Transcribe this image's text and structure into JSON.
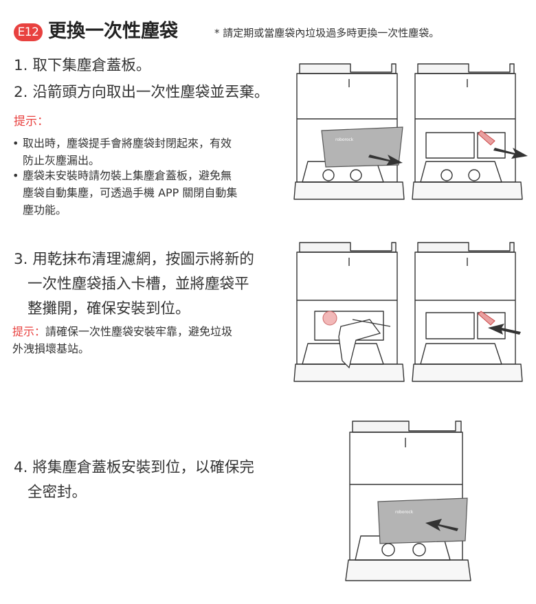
{
  "header": {
    "badge": "E12",
    "title": "更換一次性塵袋",
    "note": "* 請定期或當塵袋內垃圾過多時更換一次性塵袋。"
  },
  "steps": [
    {
      "line1": "1. 取下集塵倉蓋板。"
    },
    {
      "line1": "2. 沿箭頭方向取出一次性塵袋並丟棄。"
    },
    {
      "line1": "3. 用乾抹布清理濾網，按圖示將新的",
      "line2": "一次性塵袋插入卡槽，並將塵袋平",
      "line3": "整攤開，確保安裝到位。"
    },
    {
      "line1": "4. 將集塵倉蓋板安裝到位，以確保完",
      "line2": "全密封。"
    }
  ],
  "tip1": {
    "label": "提示：",
    "bullets": [
      {
        "dot": "•",
        "line1": "取出時，塵袋提手會將塵袋封閉起來，有效",
        "line2": "防止灰塵漏出。"
      },
      {
        "dot": "•",
        "line1": "塵袋未安裝時請勿裝上集塵倉蓋板，避免無",
        "line2": "塵袋自動集塵，可透過手機 APP 關閉自動集",
        "line3": "塵功能。"
      }
    ]
  },
  "tip2": {
    "label": "提示：",
    "line1": "請確保一次性塵袋安裝牢靠，避免垃圾",
    "line2": "外洩損壞基站。"
  },
  "illustrations": {
    "brand": "roborock"
  }
}
